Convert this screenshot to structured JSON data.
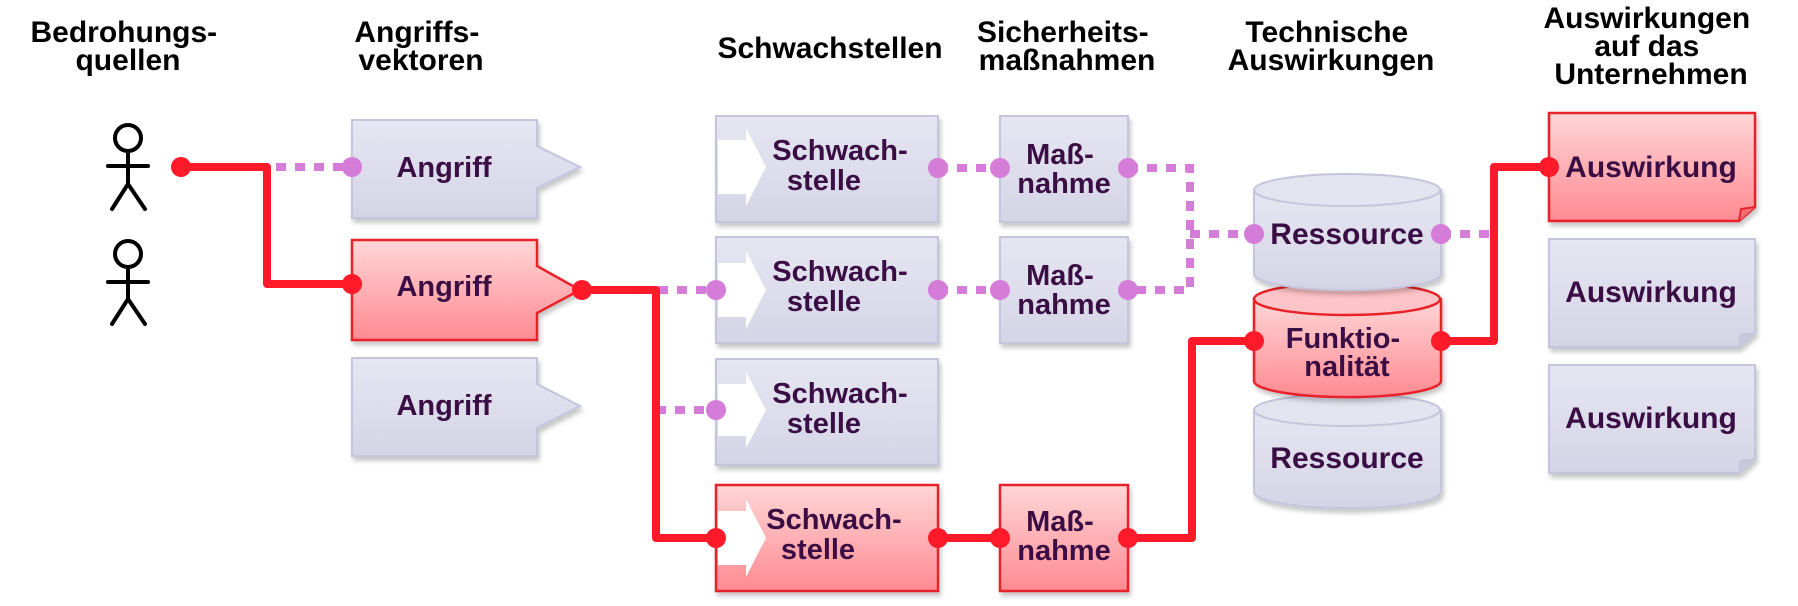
{
  "headers": {
    "threat_sources": [
      "Bedrohungs-",
      "quellen"
    ],
    "attack_vectors": [
      "Angriffs-",
      "vektoren"
    ],
    "weaknesses": [
      "Schwachstellen"
    ],
    "safeguards": [
      "Sicherheits-",
      "maßnahmen"
    ],
    "technical_impacts": [
      "Technische",
      "Auswirkungen"
    ],
    "business_impacts": [
      "Auswirkungen",
      "auf das",
      "Unternehmen"
    ]
  },
  "attacks": [
    {
      "label": "Angriff",
      "highlighted": false
    },
    {
      "label": "Angriff",
      "highlighted": true
    },
    {
      "label": "Angriff",
      "highlighted": false
    }
  ],
  "weaknesses": [
    {
      "label": [
        "Schwach-",
        "stelle"
      ],
      "highlighted": false
    },
    {
      "label": [
        "Schwach-",
        "stelle"
      ],
      "highlighted": false
    },
    {
      "label": [
        "Schwach-",
        "stelle"
      ],
      "highlighted": false
    },
    {
      "label": [
        "Schwach-",
        "stelle"
      ],
      "highlighted": true
    }
  ],
  "safeguards": [
    {
      "label": [
        "Maß-",
        "nahme"
      ],
      "highlighted": false
    },
    {
      "label": [
        "Maß-",
        "nahme"
      ],
      "highlighted": false
    },
    {
      "label": [
        "Maß-",
        "nahme"
      ],
      "highlighted": true
    }
  ],
  "resources": [
    {
      "label": [
        "Ressource"
      ],
      "highlighted": false
    },
    {
      "label": [
        "Funktio-",
        "nalität"
      ],
      "highlighted": true
    },
    {
      "label": [
        "Ressource"
      ],
      "highlighted": false
    }
  ],
  "business_impacts": [
    {
      "label": "Auswirkung",
      "highlighted": true
    },
    {
      "label": "Auswirkung",
      "highlighted": false
    },
    {
      "label": "Auswirkung",
      "highlighted": false
    }
  ],
  "colors": {
    "box_fill": "#dcdcec",
    "box_stroke": "#c4c4dc",
    "highlight_top": "#ffd0d0",
    "highlight_bottom": "#ff8890",
    "highlight_stroke": "#e8242c",
    "path_red": "#ff1a2a",
    "path_dotted": "#d47cd8",
    "label_text": "#3b1045"
  }
}
